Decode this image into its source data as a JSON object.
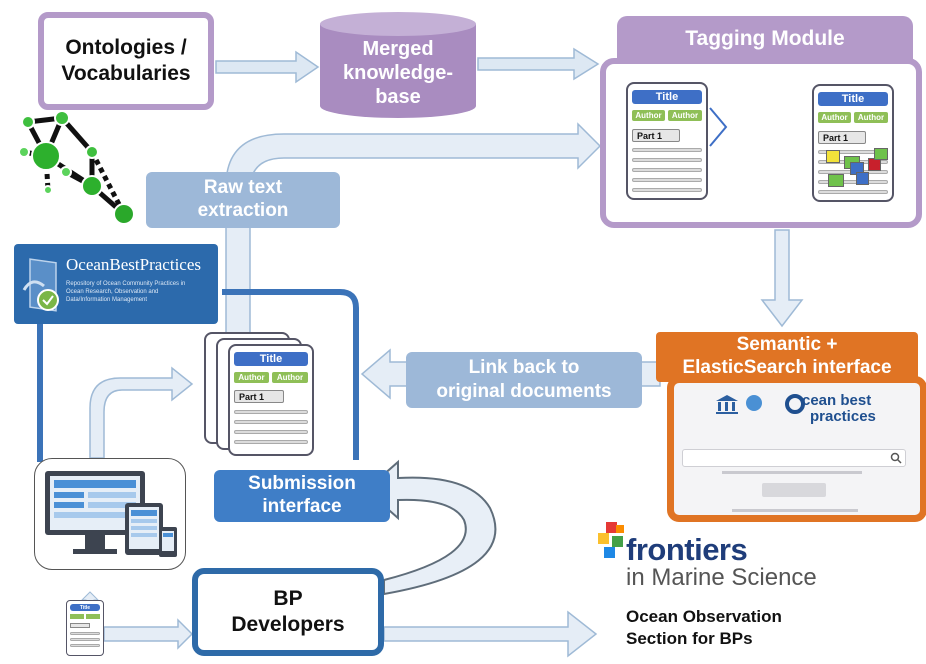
{
  "nodes": {
    "ontologies": {
      "line1": "Ontologies /",
      "line2": "Vocabularies"
    },
    "merged_kb": {
      "line1": "Merged",
      "line2": "knowledge-",
      "line3": "base"
    },
    "tagging": {
      "title": "Tagging Module"
    },
    "raw_text": {
      "line1": "Raw text",
      "line2": "extraction"
    },
    "link_back": {
      "line1": "Link back to",
      "line2": "original documents"
    },
    "semantic": {
      "line1": "Semantic +",
      "line2": "ElasticSearch interface"
    },
    "submission": {
      "line1": "Submission",
      "line2": "interface"
    },
    "developers": {
      "line1": "BP",
      "line2": "Developers"
    }
  },
  "document": {
    "title": "Title",
    "author": "Author",
    "part": "Part 1"
  },
  "obp_logo": {
    "name": "OceanBestPractices",
    "tagline1": "Repository of Ocean Community Practices in",
    "tagline2": "Ocean Research, Observation and",
    "tagline3": "Data/Information Management"
  },
  "search_site": {
    "logo_line1": "cean best",
    "logo_line2": "practices"
  },
  "frontiers": {
    "name": "frontiers",
    "journal": "in Marine Science"
  },
  "section": {
    "line1": "Ocean Observation",
    "line2": "Section for BPs"
  },
  "colors": {
    "purple": "#b49ac9",
    "light_blue": "#9db8d8",
    "blue": "#3f7ec7",
    "dark_blue": "#2e6aa8",
    "orange": "#e07424",
    "graph_green": "#3fbf3f"
  }
}
